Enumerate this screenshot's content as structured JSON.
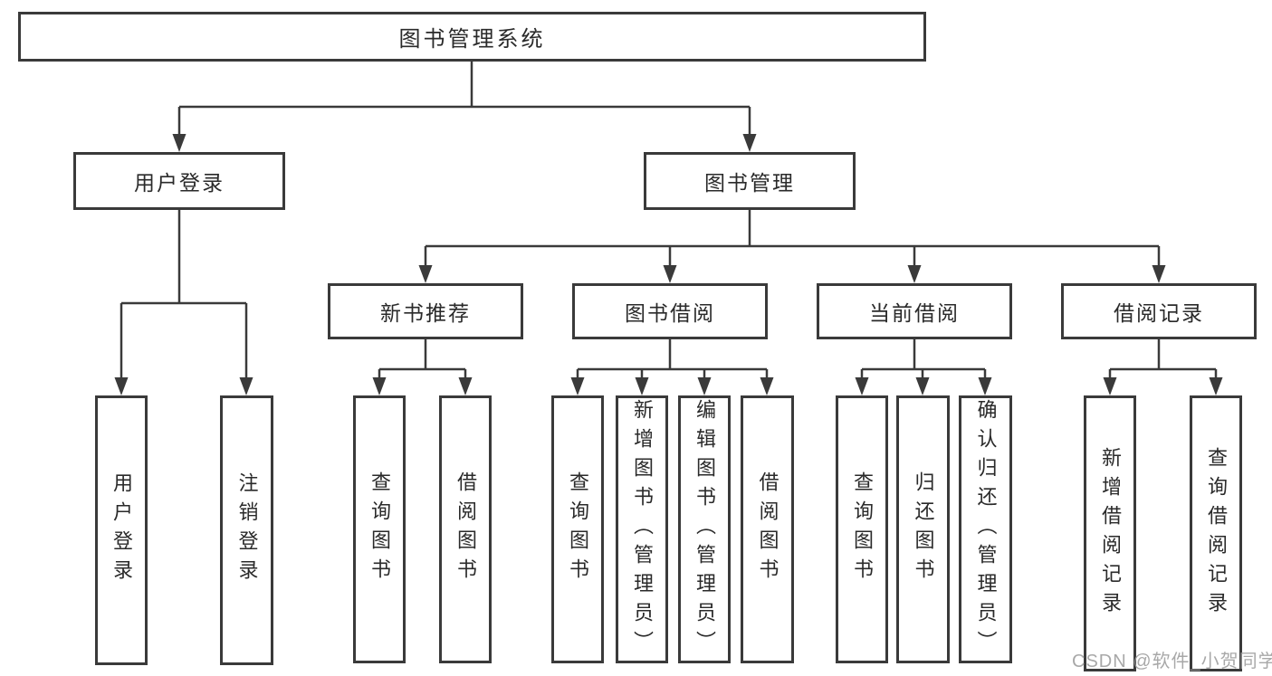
{
  "tree": {
    "root": {
      "label": "图书管理系统"
    },
    "branches": [
      {
        "label": "用户登录",
        "children": [
          {
            "label": "用户登录"
          },
          {
            "label": "注销登录"
          }
        ]
      },
      {
        "label": "图书管理",
        "children": [
          {
            "label": "新书推荐",
            "children": [
              {
                "label": "查询图书"
              },
              {
                "label": "借阅图书"
              }
            ]
          },
          {
            "label": "图书借阅",
            "children": [
              {
                "label": "查询图书"
              },
              {
                "label": "新增图书（管理员）"
              },
              {
                "label": "编辑图书（管理员）"
              },
              {
                "label": "借阅图书"
              }
            ]
          },
          {
            "label": "当前借阅",
            "children": [
              {
                "label": "查询图书"
              },
              {
                "label": "归还图书"
              },
              {
                "label": "确认归还（管理员）"
              }
            ]
          },
          {
            "label": "借阅记录",
            "children": [
              {
                "label": "新增借阅记录"
              },
              {
                "label": "查询借阅记录"
              }
            ]
          }
        ]
      }
    ]
  },
  "watermark": {
    "text": "CSDN @软件_小贺同学"
  },
  "colors": {
    "line": "#3a3a3a",
    "text": "#2a2a2a",
    "watermark": "#9a9a9a",
    "background": "#ffffff"
  }
}
